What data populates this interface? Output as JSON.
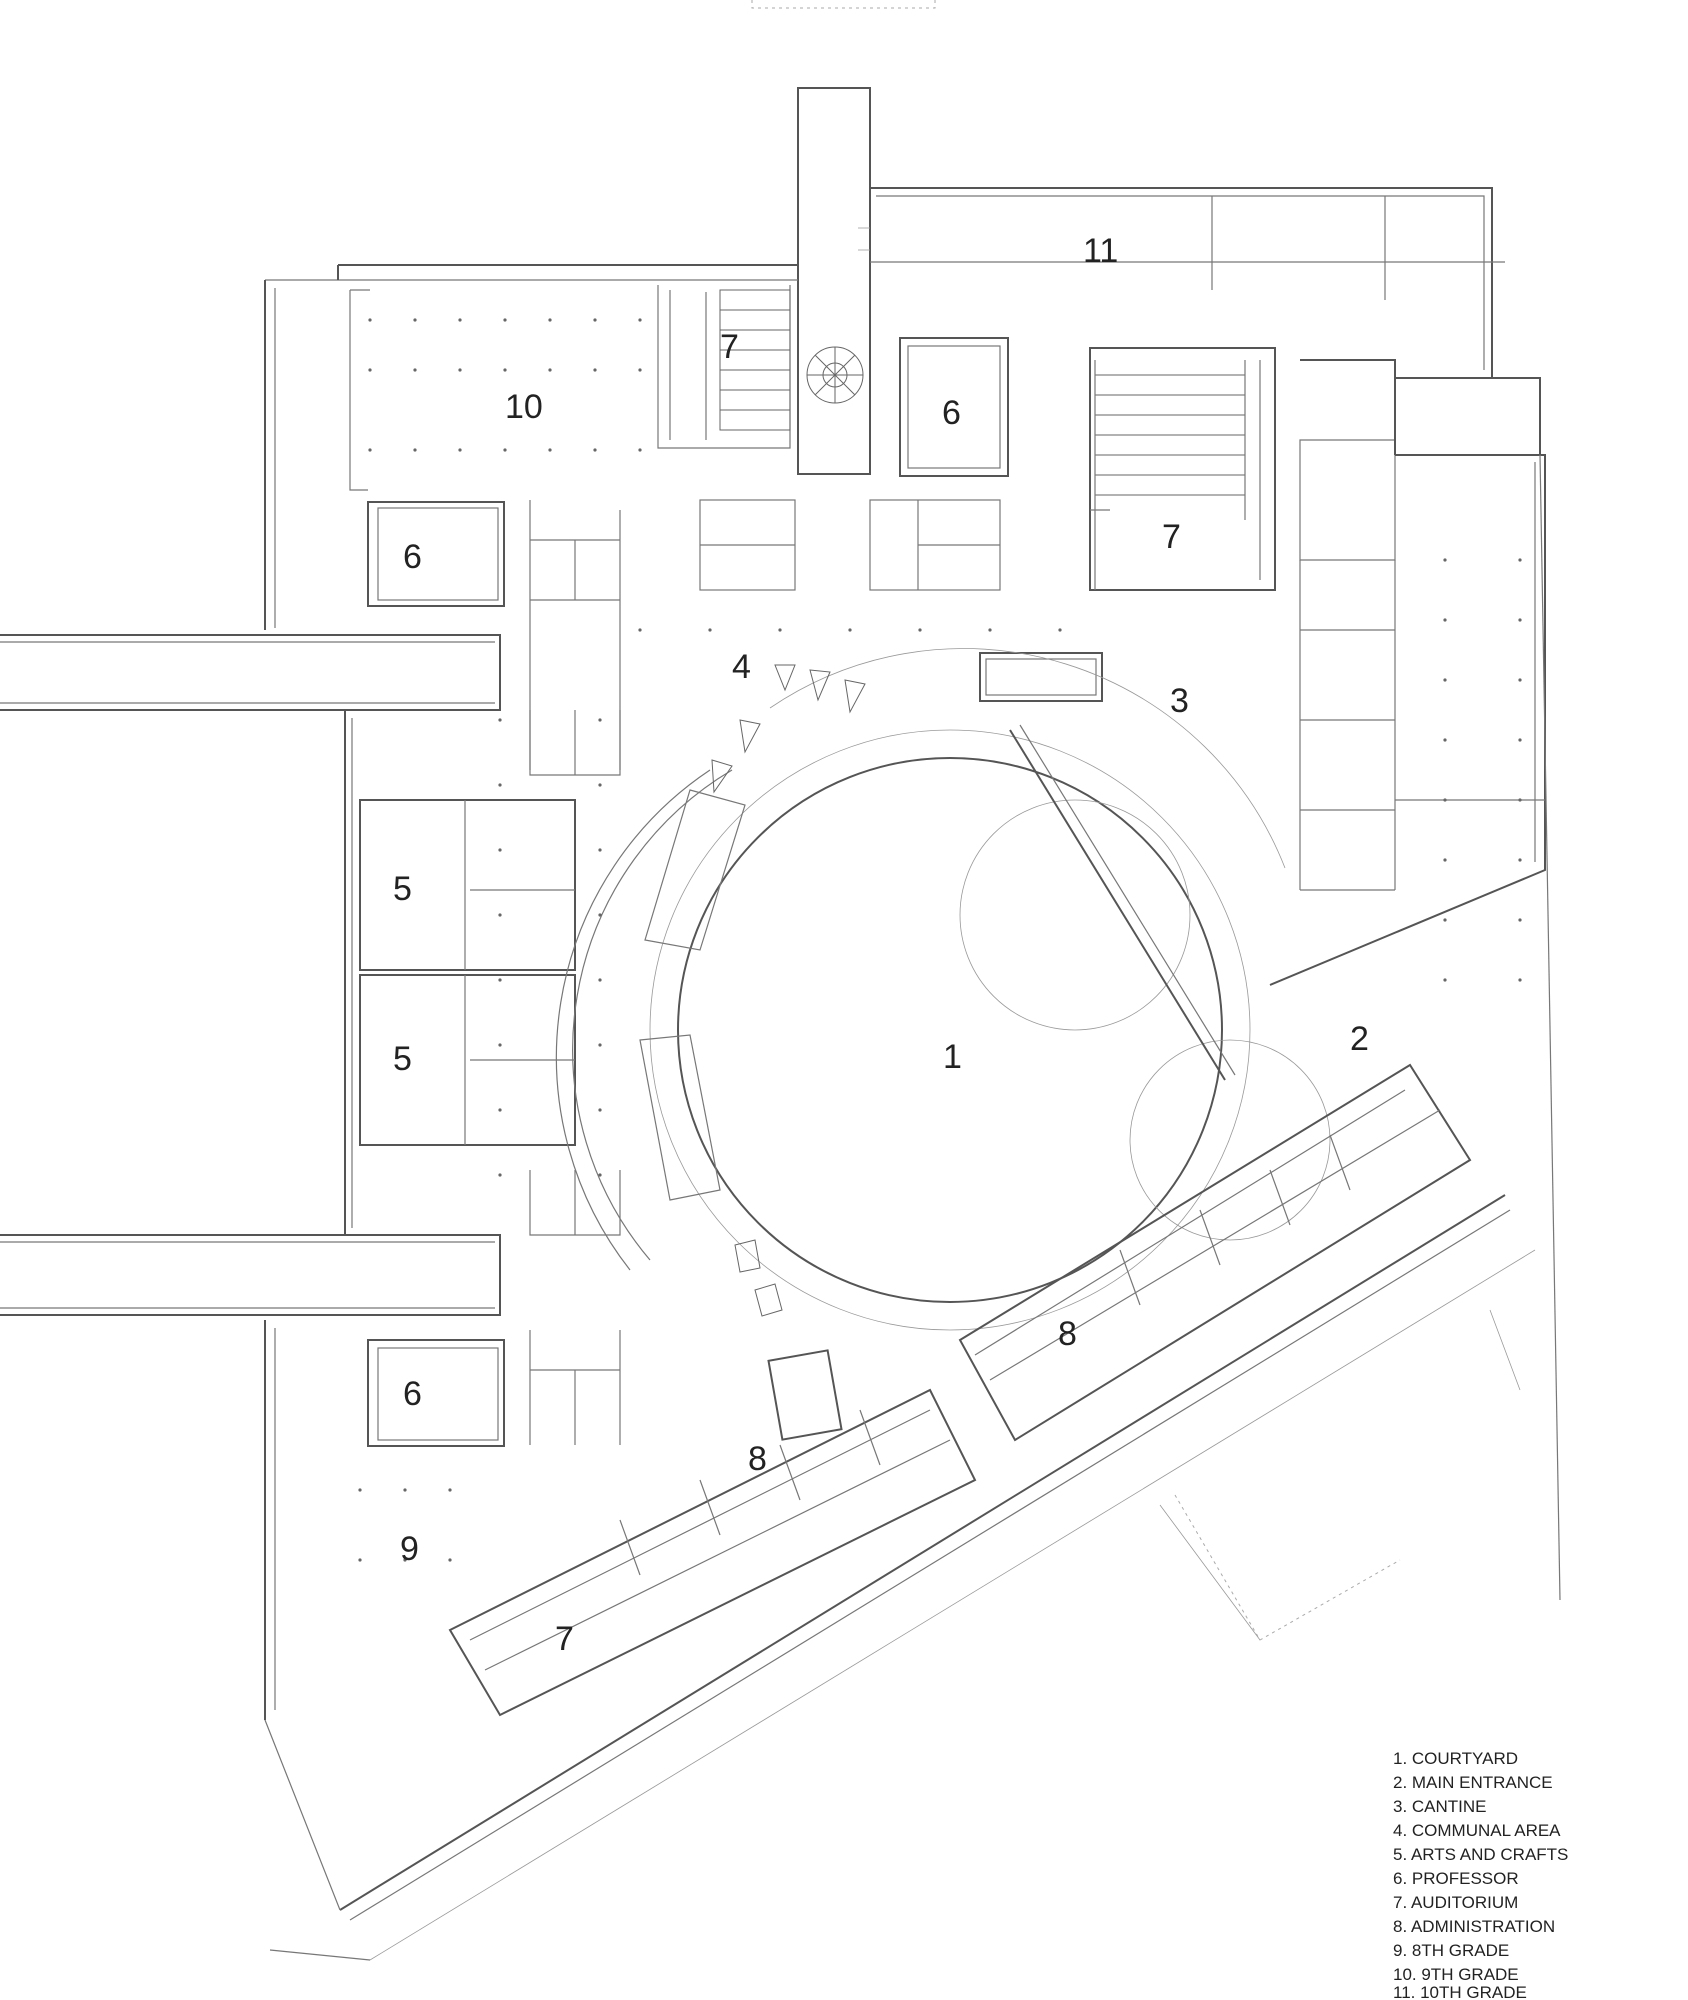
{
  "rooms": {
    "r1": "1",
    "r2": "2",
    "r3": "3",
    "r4": "4",
    "r5a": "5",
    "r5b": "5",
    "r6a": "6",
    "r6b": "6",
    "r6c": "6",
    "r7a": "7",
    "r7b": "7",
    "r7c": "7",
    "r8a": "8",
    "r8b": "8",
    "r9": "9",
    "r10": "10",
    "r11": "11"
  },
  "legend": [
    "1. COURTYARD",
    "2. MAIN ENTRANCE",
    "3. CANTINE",
    "4. COMMUNAL AREA",
    "5. ARTS AND CRAFTS",
    "6. PROFESSOR",
    "7. AUDITORIUM",
    "8. ADMINISTRATION",
    "9. 8TH GRADE",
    "10. 9TH GRADE",
    "11. 10TH GRADE"
  ]
}
